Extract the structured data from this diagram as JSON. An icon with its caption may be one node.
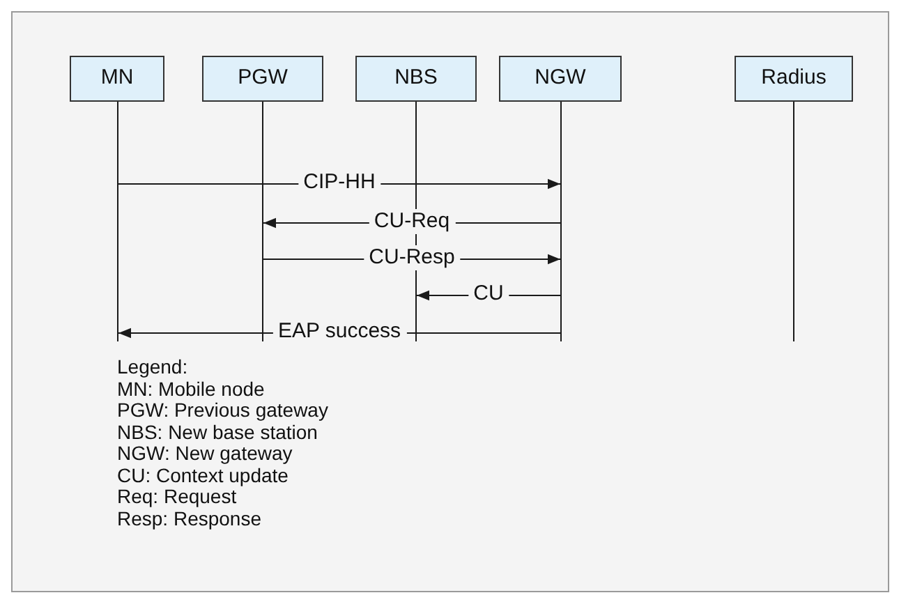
{
  "diagram": {
    "nodes": [
      {
        "text": [
          "MN"
        ]
      },
      {
        "text": [
          "PGW"
        ]
      },
      {
        "text": [
          "NBS"
        ]
      },
      {
        "text": [
          "NGW"
        ]
      },
      {
        "text": [
          "Radius"
        ]
      },
      {
        "text": [],
        "shape": "line"
      },
      {
        "text": [],
        "shape": "line"
      },
      {
        "text": [],
        "shape": "line"
      },
      {
        "text": [],
        "shape": "line"
      },
      {
        "text": [],
        "shape": "line"
      }
    ],
    "edges": [
      {
        "from": 5,
        "to": 8,
        "arrow": "to",
        "label": "CIP-HH"
      },
      {
        "from": 8,
        "to": 6,
        "arrow": "to",
        "label": "CU-Req"
      },
      {
        "from": 6,
        "to": 8,
        "arrow": "to",
        "label": "CU-Resp"
      },
      {
        "from": 8,
        "to": 7,
        "arrow": "to",
        "label": "CU"
      },
      {
        "from": 8,
        "to": 5,
        "arrow": "to",
        "label": "EAP success"
      }
    ],
    "labels": [
      "Legend:",
      "MN: Mobile node",
      "PGW: Previous gateway",
      "NBS: New base station",
      "NGW: New gateway",
      "CU: Context update",
      "Req: Request",
      "Resp: Response"
    ]
  }
}
